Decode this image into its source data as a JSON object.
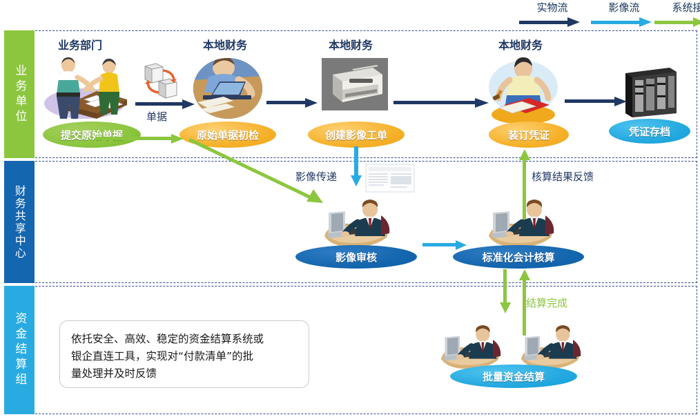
{
  "legend": [
    {
      "label": "实物流",
      "color": "#1f3864",
      "icon": "arrow-right-icon"
    },
    {
      "label": "影像流",
      "color": "#29abe2",
      "icon": "arrow-right-icon"
    },
    {
      "label": "系统接",
      "color": "#8cc63f",
      "icon": "arrow-right-icon"
    }
  ],
  "lanes": [
    {
      "name": "业务单位",
      "color": "#8cc63f"
    },
    {
      "name": "财务共享中心",
      "color": "#1466ae"
    },
    {
      "name": "资金结算组",
      "color": "#29abe2"
    }
  ],
  "column_titles": [
    {
      "label": "业务部门"
    },
    {
      "label": "本地财务"
    },
    {
      "label": "本地财务"
    },
    {
      "label": "本地财务"
    }
  ],
  "steps": {
    "submit_docs": "提交原始单据",
    "first_check": "原始单据初检",
    "create_image_order": "创建影像工单",
    "bind_voucher": "装订凭证",
    "archive_voucher": "凭证存档",
    "image_review": "影像审核",
    "standard_accounting": "标准化会计核算",
    "batch_settlement": "批量资金结算"
  },
  "flow_labels": {
    "documents": "单据",
    "image_transfer": "影像传递",
    "accounting_feedback": "核算结果反馈",
    "settlement_done": "结算完成"
  },
  "note": {
    "line1": "依托安全、高效、稳定的资金结算系统或",
    "line2": "银企直连工具，实现对“付款清单”的批",
    "line3": "量处理并及时反馈"
  },
  "colors": {
    "navy": "#1f3864",
    "cyan": "#29abe2",
    "green": "#8cc63f",
    "orange": "#f5b22c",
    "blue": "#1466ae"
  }
}
